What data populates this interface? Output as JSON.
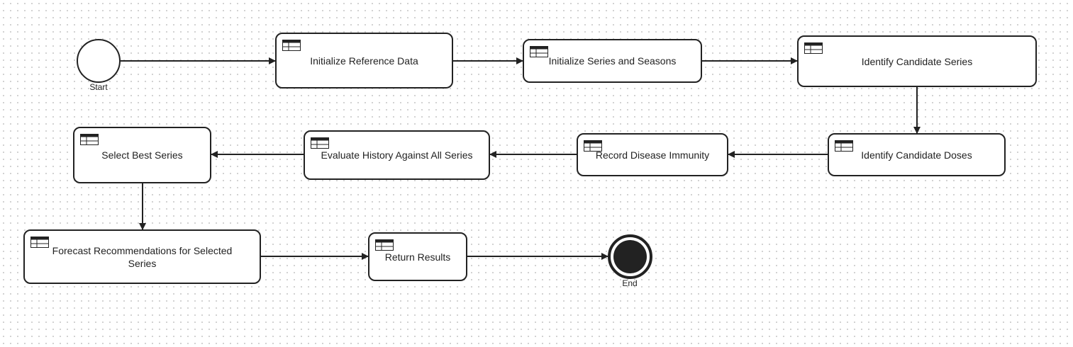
{
  "events": {
    "start": {
      "label": "Start"
    },
    "end": {
      "label": "End"
    }
  },
  "tasks": [
    {
      "id": "t1",
      "label": "Initialize Reference Data",
      "icon": "business-rule-table-icon"
    },
    {
      "id": "t2",
      "label": "Initialize Series and Seasons",
      "icon": "business-rule-table-icon"
    },
    {
      "id": "t3",
      "label": "Identify Candidate Series",
      "icon": "business-rule-table-icon"
    },
    {
      "id": "t4",
      "label": "Identify Candidate Doses",
      "icon": "business-rule-table-icon"
    },
    {
      "id": "t5",
      "label": "Record Disease Immunity",
      "icon": "business-rule-table-icon"
    },
    {
      "id": "t6",
      "label": "Evaluate History Against All Series",
      "icon": "business-rule-table-icon"
    },
    {
      "id": "t7",
      "label": "Select Best Series",
      "icon": "business-rule-table-icon"
    },
    {
      "id": "t8",
      "label": "Forecast Recommendations for Selected Series",
      "icon": "business-rule-table-icon"
    },
    {
      "id": "t9",
      "label": "Return Results",
      "icon": "business-rule-table-icon"
    }
  ],
  "flows": [
    {
      "from": "start",
      "to": "t1"
    },
    {
      "from": "t1",
      "to": "t2"
    },
    {
      "from": "t2",
      "to": "t3"
    },
    {
      "from": "t3",
      "to": "t4"
    },
    {
      "from": "t4",
      "to": "t5"
    },
    {
      "from": "t5",
      "to": "t6"
    },
    {
      "from": "t6",
      "to": "t7"
    },
    {
      "from": "t7",
      "to": "t8"
    },
    {
      "from": "t8",
      "to": "t9"
    },
    {
      "from": "t9",
      "to": "end"
    }
  ],
  "colors": {
    "stroke": "#222222",
    "background": "#ffffff",
    "grid_dot": "#cfcfcf"
  }
}
